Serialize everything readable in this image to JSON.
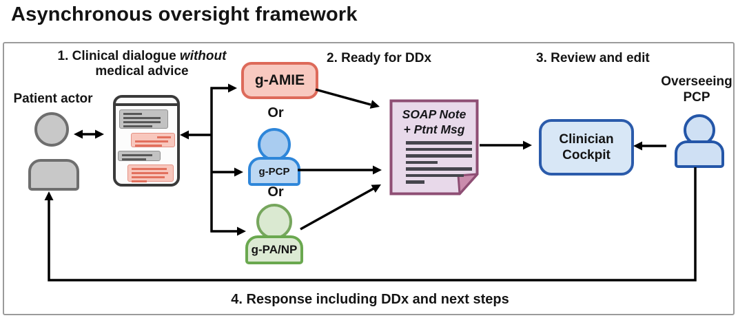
{
  "title": "Asynchronous oversight framework",
  "labels": {
    "step1_prefix": "1. Clinical dialogue ",
    "step1_emphasis": "without",
    "step1_line2": "medical advice",
    "step2": "2. Ready for DDx",
    "step3": "3. Review and edit",
    "step4": "4. Response including DDx and next steps",
    "patient": "Patient actor",
    "or_1": "Or",
    "or_2": "Or",
    "overseer_line1": "Overseeing",
    "overseer_line2": "PCP"
  },
  "nodes": {
    "g_amie": {
      "label": "g-AMIE"
    },
    "g_pcp": {
      "label": "g-PCP"
    },
    "g_pa_np": {
      "label": "g-PA/NP"
    },
    "note": {
      "line1": "SOAP Note",
      "line2": "+ Ptnt Msg"
    },
    "cockpit": {
      "line1": "Clinician",
      "line2": "Cockpit"
    }
  },
  "colors": {
    "amie_fill": "#f8c9c0",
    "amie_border": "#dd6a5a",
    "pcp_head_fill": "#a9ccf0",
    "pcp_fill": "#bdd8f3",
    "pcp_border": "#2e86d9",
    "panp_head_fill": "#dae9d1",
    "panp_head_border": "#76a65d",
    "panp_fill": "#dcead3",
    "panp_border": "#6aa84f",
    "note_fill": "#e8d9ea",
    "note_border": "#8e4e74",
    "note_fold": "#ca8cad",
    "cockpit_fill": "#d8e7f6",
    "cockpit_border": "#2b5bab",
    "overseer_fill": "#cfe0f4",
    "overseer_border": "#2456a8",
    "patient_fill": "#c8c8c8",
    "patient_border": "#6e6e6e",
    "bubble_gray": "#c2c2c2",
    "bubble_salmon": "#f8c7bd",
    "arrow": "#000000"
  }
}
